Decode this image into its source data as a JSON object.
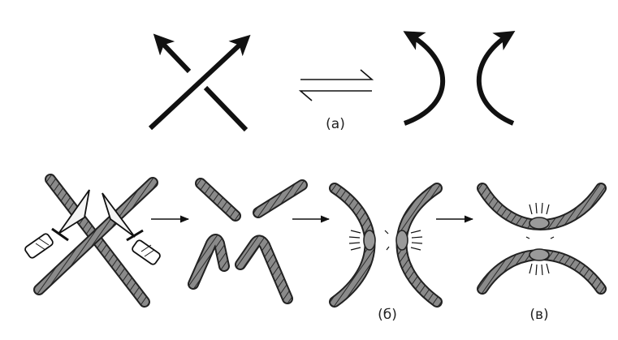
{
  "panels": {
    "a": {
      "label": "(a)"
    },
    "b": {
      "label": "(б)"
    },
    "c": {
      "label": "(в)"
    }
  },
  "colors": {
    "ink": "#111111",
    "rope": "#7a7a7a",
    "rope_dark": "#2a2a2a",
    "splice": "#9a9a9a",
    "blade": "#f4f4f4"
  }
}
